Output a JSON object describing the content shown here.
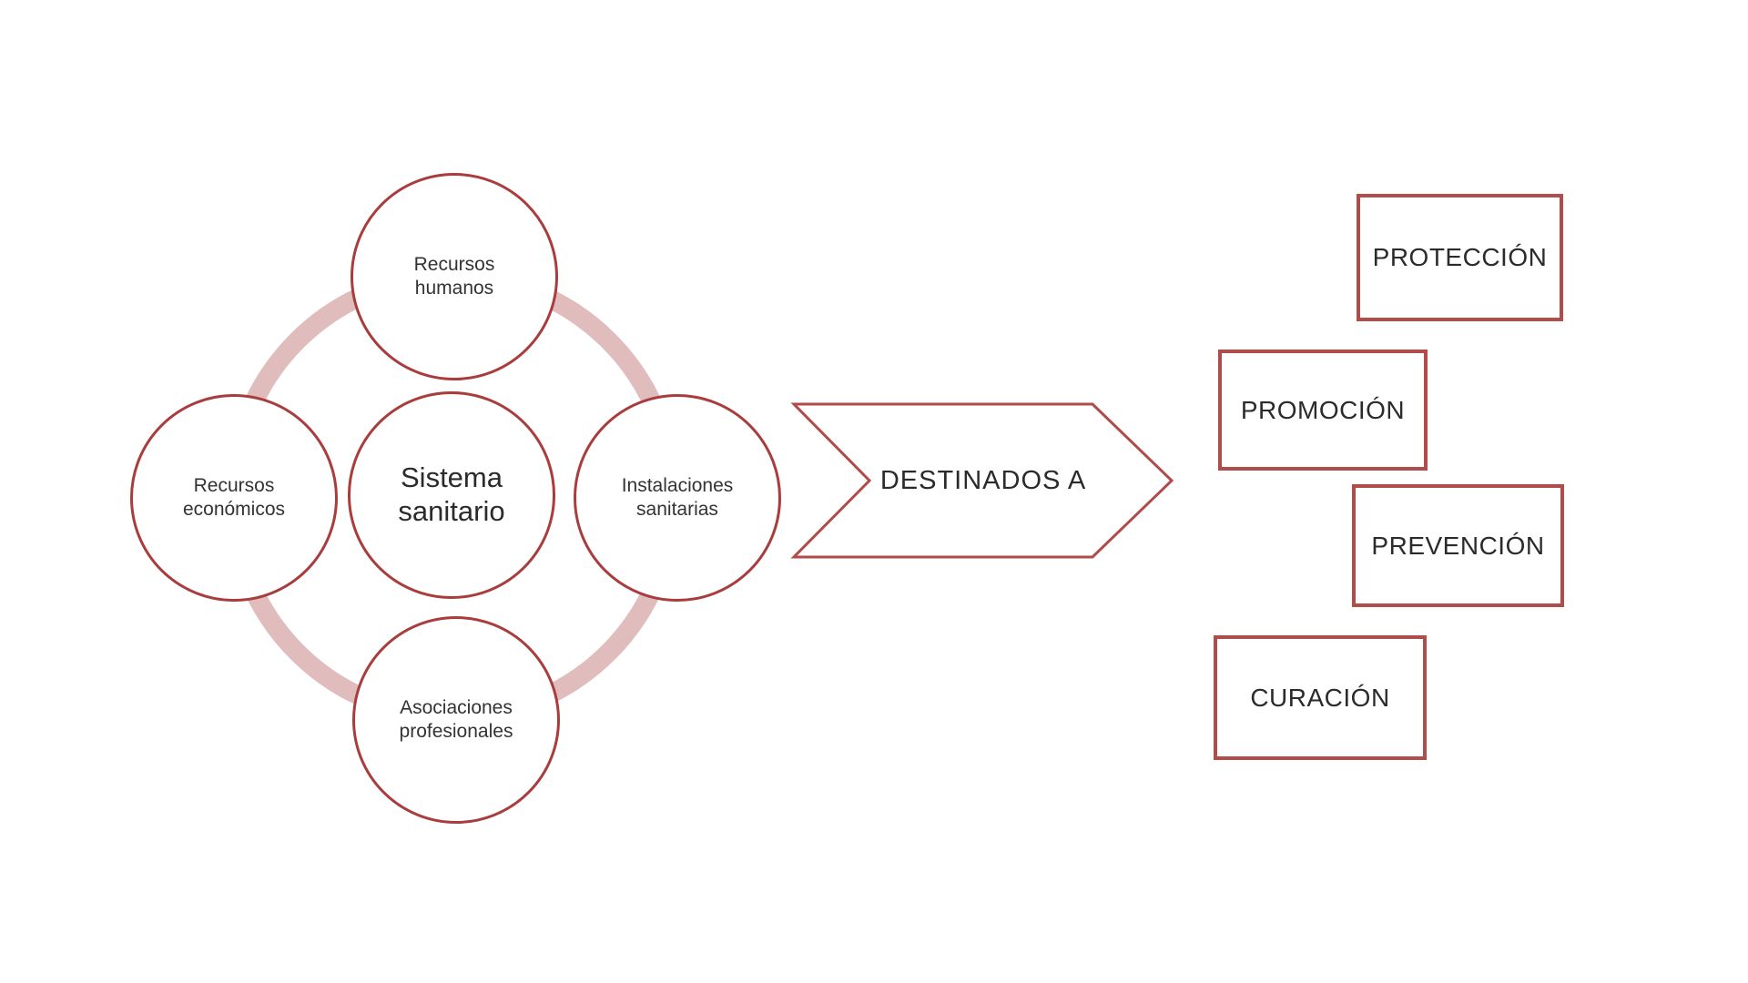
{
  "diagram": {
    "hub": {
      "label": "Sistema\nsanitario"
    },
    "satellites": [
      {
        "id": "top",
        "label": "Recursos\nhumanos"
      },
      {
        "id": "left",
        "label": "Recursos\neconómicos"
      },
      {
        "id": "right",
        "label": "Instalaciones\nsanitarias"
      },
      {
        "id": "bottom",
        "label": "Asociaciones\nprofesionales"
      }
    ],
    "arrow": {
      "label": "DESTINADOS A"
    },
    "outcomes": [
      {
        "label": "PROTECCIÓN"
      },
      {
        "label": "PROMOCIÓN"
      },
      {
        "label": "PREVENCIÓN"
      },
      {
        "label": "CURACIÓN"
      }
    ],
    "colors": {
      "circle_outline": "#a93c3c",
      "box_outline": "#b04c49",
      "arrow_outline": "#b24a48",
      "ring_fill": "#e1bcbc",
      "text": "#2b2b2b",
      "background": "#ffffff"
    }
  }
}
